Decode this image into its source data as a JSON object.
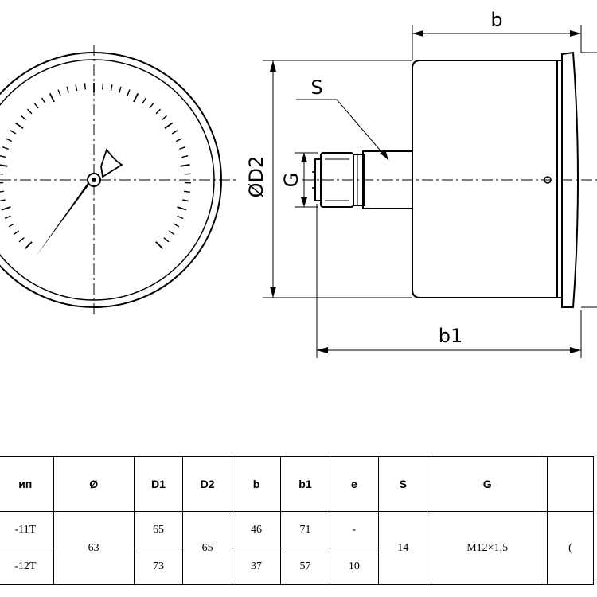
{
  "drawing": {
    "dim_b": "b",
    "dim_b1": "b1",
    "dim_s": "S",
    "dim_d2": "ØD2",
    "dim_g": "G"
  },
  "table": {
    "headers": [
      "ип",
      "Ø",
      "D1",
      "D2",
      "b",
      "b1",
      "e",
      "S",
      "G",
      ""
    ],
    "rows": [
      [
        "-11T",
        "63",
        "65",
        "65",
        "46",
        "71",
        "-",
        "14",
        "M12×1,5",
        "("
      ],
      [
        "-12T",
        "",
        "73",
        "",
        "37",
        "57",
        "10",
        "",
        "",
        ""
      ]
    ]
  }
}
